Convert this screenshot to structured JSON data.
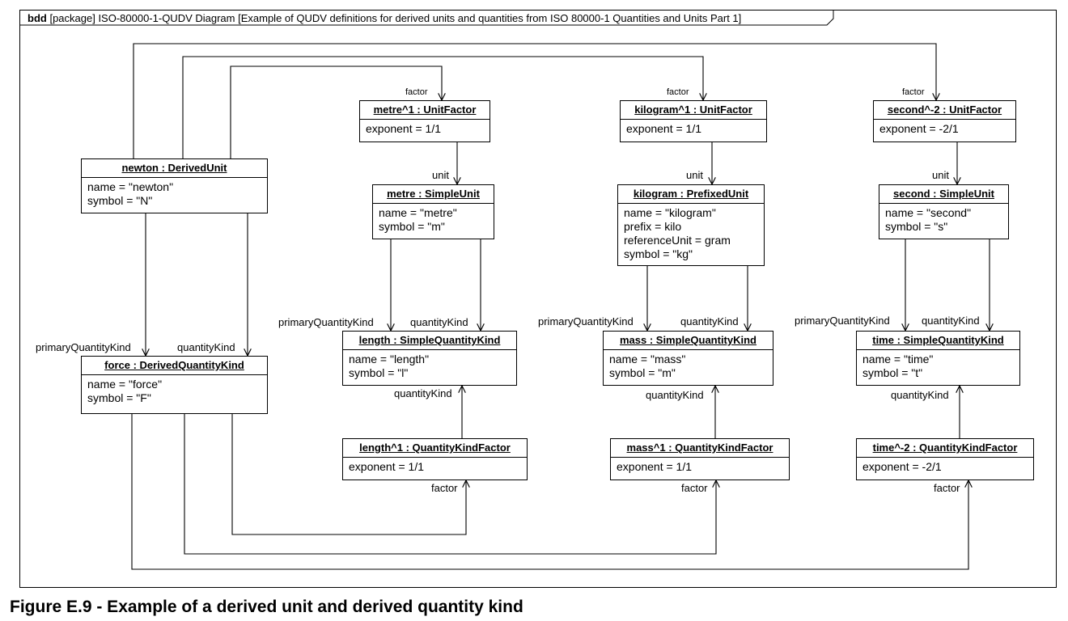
{
  "frame": {
    "keyword": "bdd",
    "title": "[package] ISO-80000-1-QUDV Diagram [Example of QUDV definitions for derived units and quantities from ISO 80000-1 Quantities and Units Part 1]"
  },
  "boxes": {
    "newton": {
      "title": "newton : DerivedUnit",
      "attrs": [
        "name = \"newton\"",
        "symbol = \"N\""
      ]
    },
    "force": {
      "title": "force : DerivedQuantityKind",
      "attrs": [
        "name = \"force\"",
        "symbol = \"F\""
      ]
    },
    "metre_factor": {
      "title": "metre^1 : UnitFactor",
      "attrs": [
        "exponent = 1/1"
      ]
    },
    "metre": {
      "title": "metre : SimpleUnit",
      "attrs": [
        "name = \"metre\"",
        "symbol = \"m\""
      ]
    },
    "length": {
      "title": "length : SimpleQuantityKind",
      "attrs": [
        "name = \"length\"",
        "symbol = \"l\""
      ]
    },
    "length_factor": {
      "title": "length^1 : QuantityKindFactor",
      "attrs": [
        "exponent = 1/1"
      ]
    },
    "kilogram_factor": {
      "title": "kilogram^1 : UnitFactor",
      "attrs": [
        "exponent = 1/1"
      ]
    },
    "kilogram": {
      "title": "kilogram : PrefixedUnit",
      "attrs": [
        "name = \"kilogram\"",
        "prefix = kilo",
        "referenceUnit = gram",
        "symbol = \"kg\""
      ]
    },
    "mass": {
      "title": "mass : SimpleQuantityKind",
      "attrs": [
        "name = \"mass\"",
        "symbol = \"m\""
      ]
    },
    "mass_factor": {
      "title": "mass^1 : QuantityKindFactor",
      "attrs": [
        "exponent = 1/1"
      ]
    },
    "second_factor": {
      "title": "second^-2 : UnitFactor",
      "attrs": [
        "exponent = -2/1"
      ]
    },
    "second": {
      "title": "second : SimpleUnit",
      "attrs": [
        "name = \"second\"",
        "symbol = \"s\""
      ]
    },
    "time": {
      "title": "time : SimpleQuantityKind",
      "attrs": [
        "name = \"time\"",
        "symbol = \"t\""
      ]
    },
    "time_factor": {
      "title": "time^-2 : QuantityKindFactor",
      "attrs": [
        "exponent = -2/1"
      ]
    }
  },
  "labels": {
    "factor": "factor",
    "unit": "unit",
    "primary_quantity_kind": "primaryQuantityKind",
    "quantity_kind": "quantityKind"
  },
  "caption": "Figure E.9  - Example of a derived unit and derived quantity kind"
}
